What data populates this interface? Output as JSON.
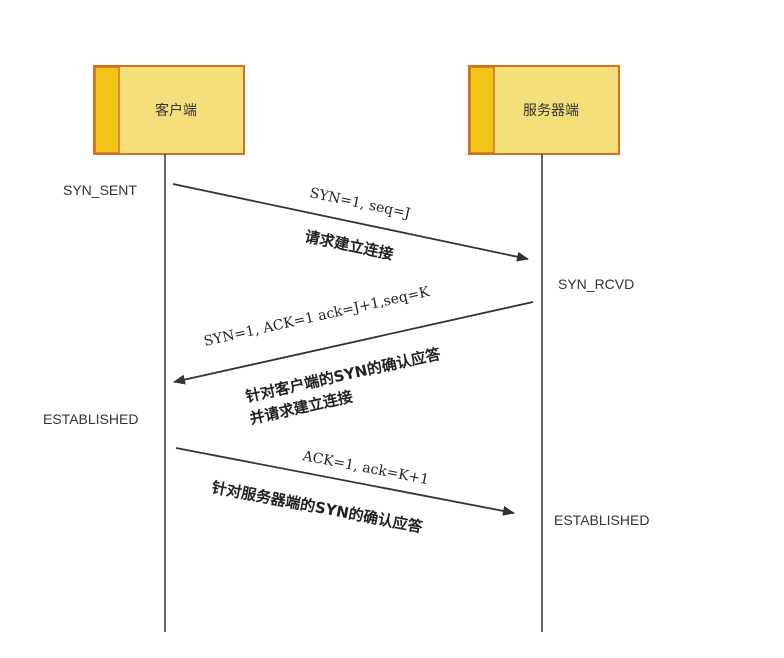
{
  "participants": {
    "client": {
      "label": "客户端"
    },
    "server": {
      "label": "服务器端"
    }
  },
  "states": {
    "client_syn_sent": "SYN_SENT",
    "server_syn_rcvd": "SYN_RCVD",
    "client_established": "ESTABLISHED",
    "server_established": "ESTABLISHED"
  },
  "messages": {
    "syn": {
      "params": "SYN=1, seq=J",
      "note": "请求建立连接"
    },
    "syn_ack": {
      "params": "SYN=1, ACK=1  ack=J+1,seq=K",
      "note_line1": "针对客户端的SYN的确认应答",
      "note_line2": "并请求建立连接"
    },
    "ack": {
      "params": "ACK=1, ack=K+1",
      "note": "针对服务器端的SYN的确认应答"
    }
  },
  "colors": {
    "box_fill": "#f4df7a",
    "box_accent": "#f1c419",
    "box_border": "#d2701f",
    "line": "#333333"
  }
}
